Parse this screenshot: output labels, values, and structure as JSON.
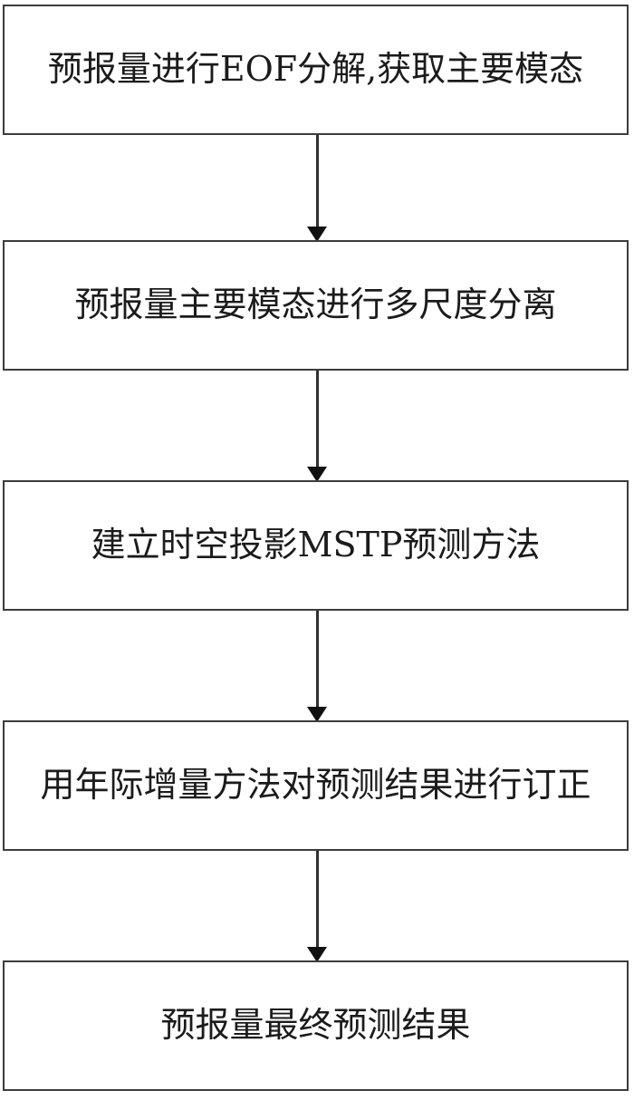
{
  "diagram": {
    "type": "flowchart",
    "orientation": "vertical-top-to-bottom",
    "background_color": "#ffffff",
    "box_border_color": "#3c3c3c",
    "text_color": "#1b1b1b",
    "arrow_color": "#111111",
    "nodes": [
      {
        "id": "node-1",
        "label": "预报量进行EOF分解,获取主要模态",
        "shape": "rectangle"
      },
      {
        "id": "node-2",
        "label": "预报量主要模态进行多尺度分离",
        "shape": "rectangle"
      },
      {
        "id": "node-3",
        "label": "建立时空投影MSTP预测方法",
        "shape": "rectangle"
      },
      {
        "id": "node-4",
        "label": "用年际增量方法对预测结果进行订正",
        "shape": "rectangle"
      },
      {
        "id": "node-5",
        "label": "预报量最终预测结果",
        "shape": "rectangle"
      }
    ],
    "edges": [
      {
        "id": "edge-1",
        "from": "node-1",
        "to": "node-2",
        "style": "solid-arrow-down"
      },
      {
        "id": "edge-2",
        "from": "node-2",
        "to": "node-3",
        "style": "solid-arrow-down"
      },
      {
        "id": "edge-3",
        "from": "node-3",
        "to": "node-4",
        "style": "solid-arrow-down"
      },
      {
        "id": "edge-4",
        "from": "node-4",
        "to": "node-5",
        "style": "solid-arrow-down"
      }
    ]
  }
}
